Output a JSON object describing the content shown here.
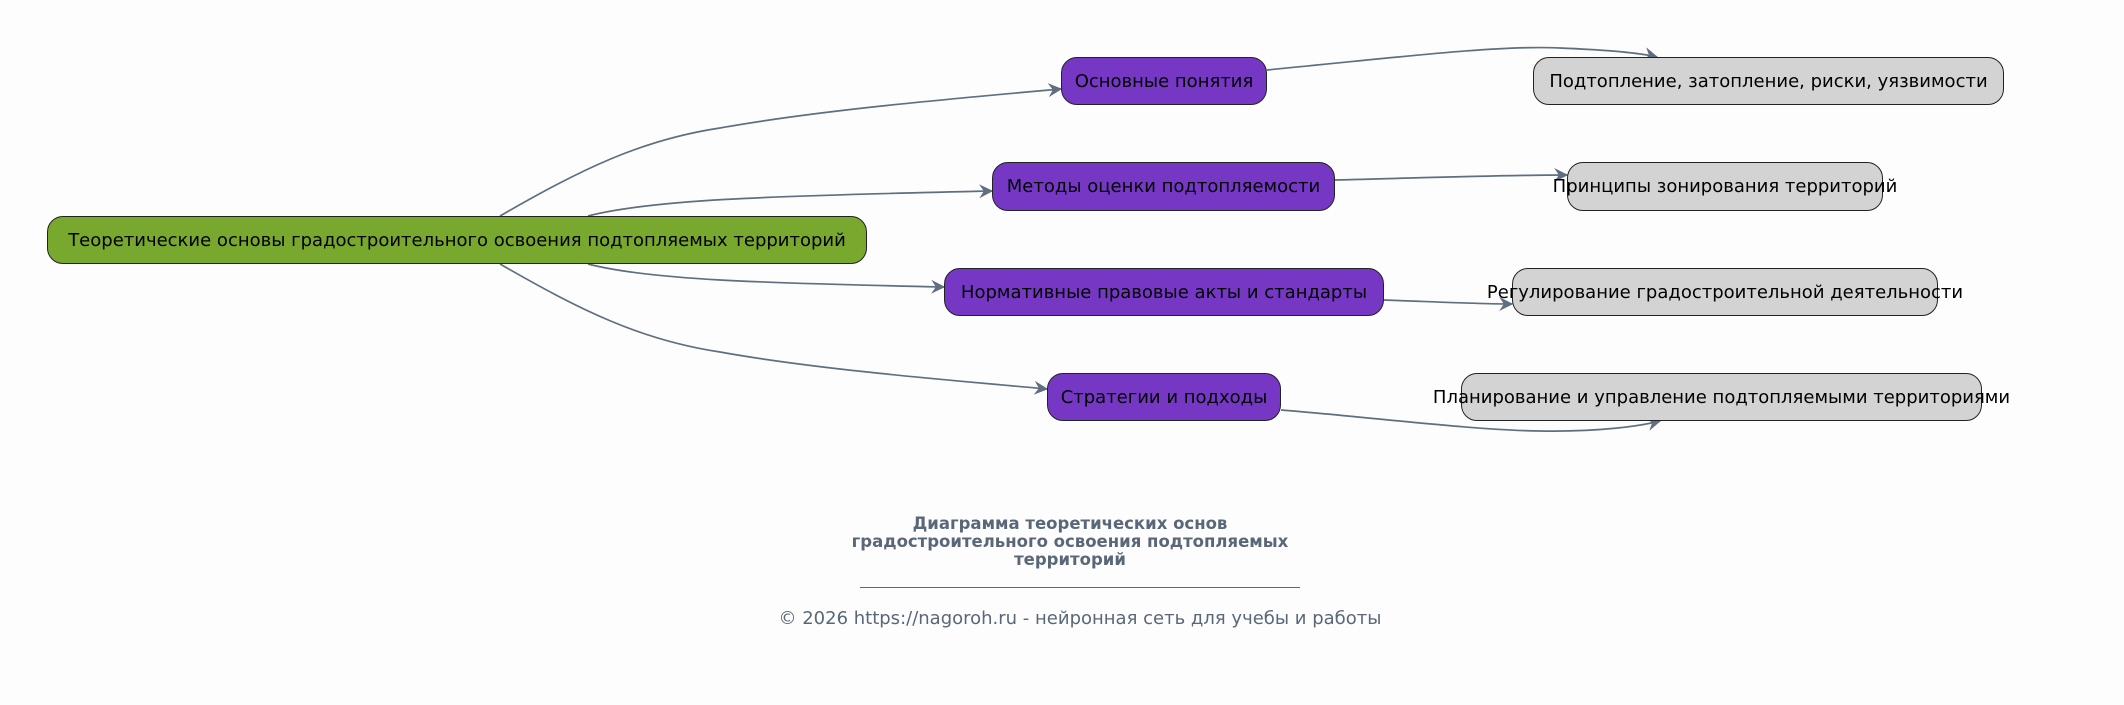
{
  "diagram": {
    "colors": {
      "root": "#78a82e",
      "mid": "#7638c4",
      "leaf": "#d3d3d3",
      "edge": "#5f6f80",
      "text_muted": "#5a6778"
    },
    "root": {
      "label": "Теоретические основы градостроительного освоения подтопляемых территорий"
    },
    "branches": [
      {
        "label": "Основные понятия",
        "child": "Подтопление, затопление, риски, уязвимости"
      },
      {
        "label": "Методы оценки подтопляемости",
        "child": "Принципы зонирования территорий"
      },
      {
        "label": "Нормативные правовые акты и стандарты",
        "child": "Регулирование градостроительной деятельности"
      },
      {
        "label": "Стратегии и подходы",
        "child": "Планирование и управление подтопляемыми территориями"
      }
    ]
  },
  "caption": {
    "title_lines": [
      "Диаграмма теоретических основ",
      "градостроительного освоения подтопляемых",
      "территорий"
    ],
    "footer": "© 2026 https://nagoroh.ru - нейронная сеть для учебы и работы"
  }
}
